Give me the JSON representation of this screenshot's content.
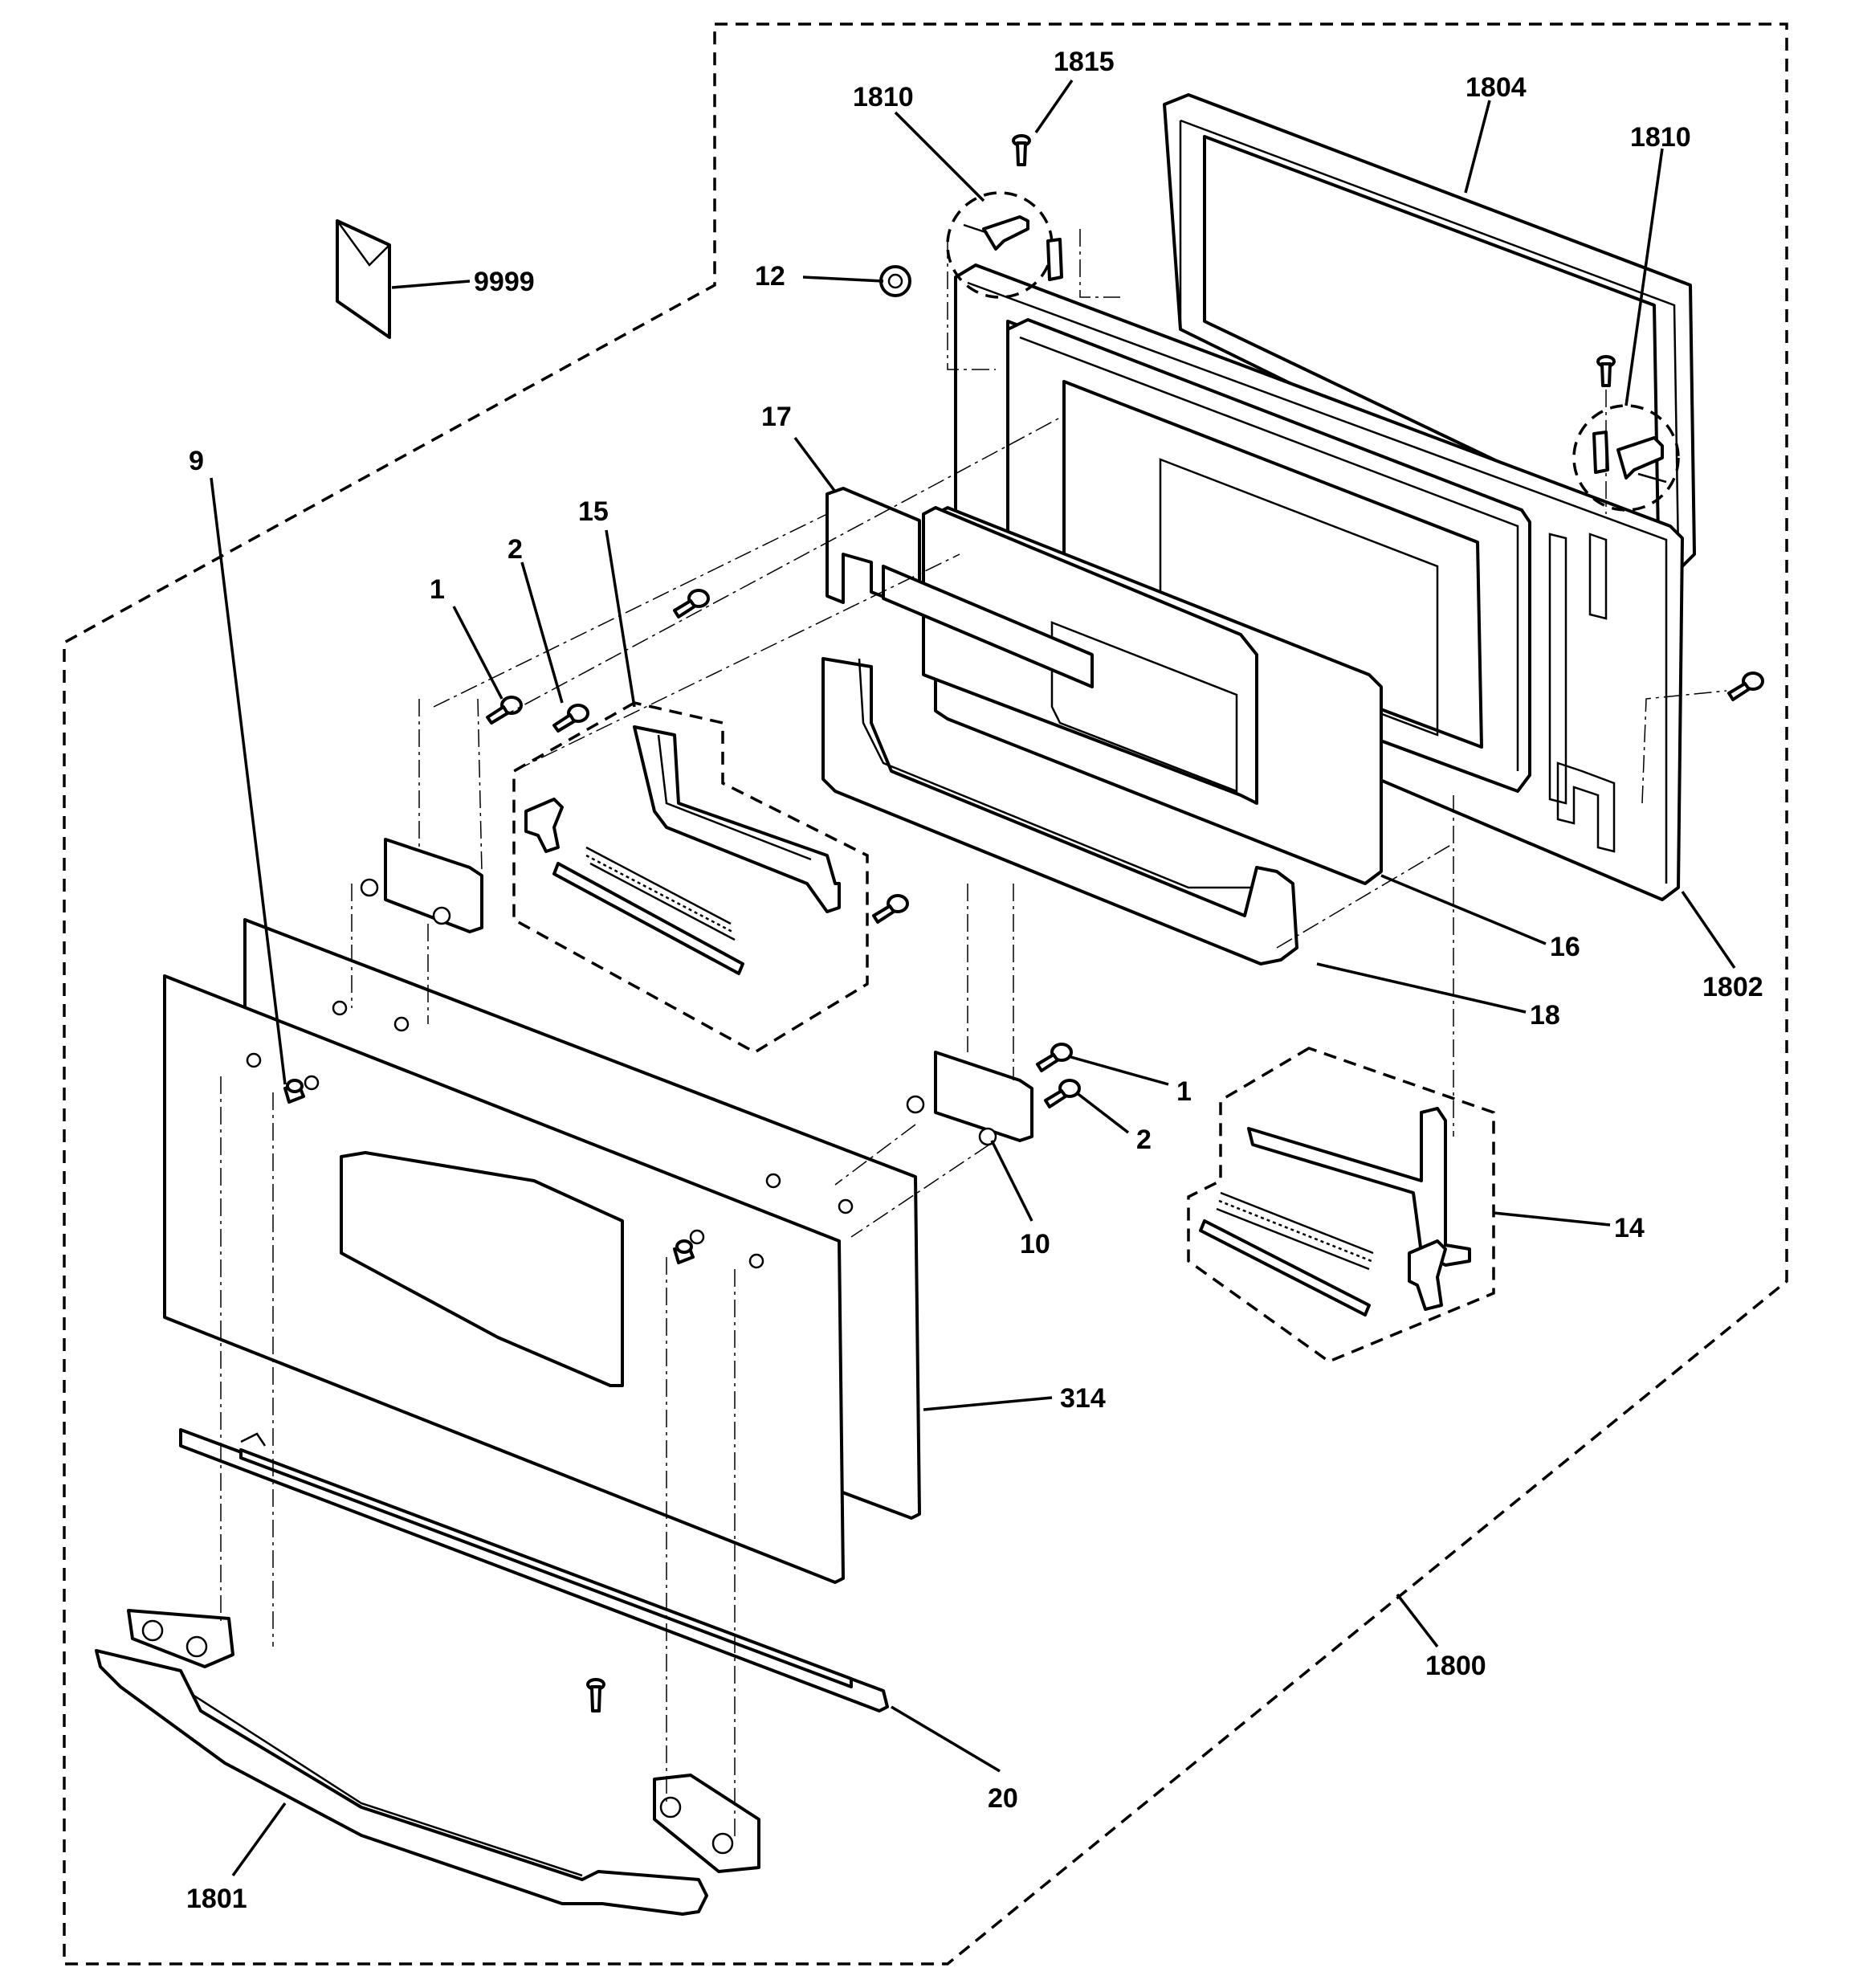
{
  "labels": {
    "l_9999": "9999",
    "l_1815": "1815",
    "l_1810a": "1810",
    "l_1804": "1804",
    "l_1810b": "1810",
    "l_12": "12",
    "l_17": "17",
    "l_15": "15",
    "l_2a": "2",
    "l_1a": "1",
    "l_9": "9",
    "l_16": "16",
    "l_1802": "1802",
    "l_18": "18",
    "l_1b": "1",
    "l_2b": "2",
    "l_10": "10",
    "l_14": "14",
    "l_314": "314",
    "l_1800": "1800",
    "l_20": "20",
    "l_1801": "1801"
  }
}
